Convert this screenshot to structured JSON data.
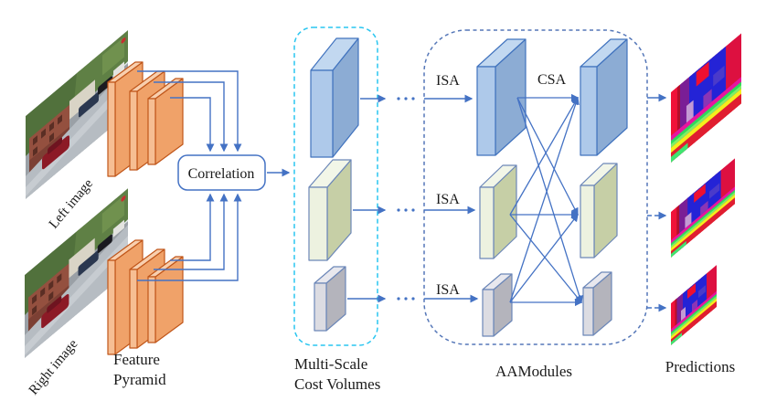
{
  "figure": {
    "inputs": {
      "left_image_label": "Left image",
      "right_image_label": "Right image"
    },
    "feature_pyramid": {
      "label_line1": "Feature",
      "label_line2": "Pyramid"
    },
    "correlation": {
      "label": "Correlation"
    },
    "cost_volumes": {
      "label_line1": "Multi-Scale",
      "label_line2": "Cost Volumes"
    },
    "aamodules": {
      "label": "AAModules",
      "isa_row1": "ISA",
      "isa_row2": "ISA",
      "isa_row3": "ISA",
      "csa": "CSA"
    },
    "predictions": {
      "label": "Predictions"
    },
    "colors": {
      "arrow": "#4472C4",
      "cost_container": "#29C5F0",
      "aa_container": "#5577B8",
      "slab_palettes": {
        "orange": {
          "front": "#F6BE93",
          "side": "#F0A269",
          "top": "#F8CFAE",
          "stroke": "#C0561A"
        },
        "blue": {
          "front": "#AEC9EA",
          "side": "#8CACD4",
          "top": "#C2D8F0",
          "stroke": "#4173BE"
        },
        "green": {
          "front": "#EDF2E0",
          "side": "#C6CFA6",
          "top": "#F2F6E8",
          "stroke": "#6C87B8"
        },
        "gray": {
          "front": "#DCDCE2",
          "side": "#B4B4BC",
          "top": "#E8E8EE",
          "stroke": "#6C87B8"
        }
      }
    }
  }
}
